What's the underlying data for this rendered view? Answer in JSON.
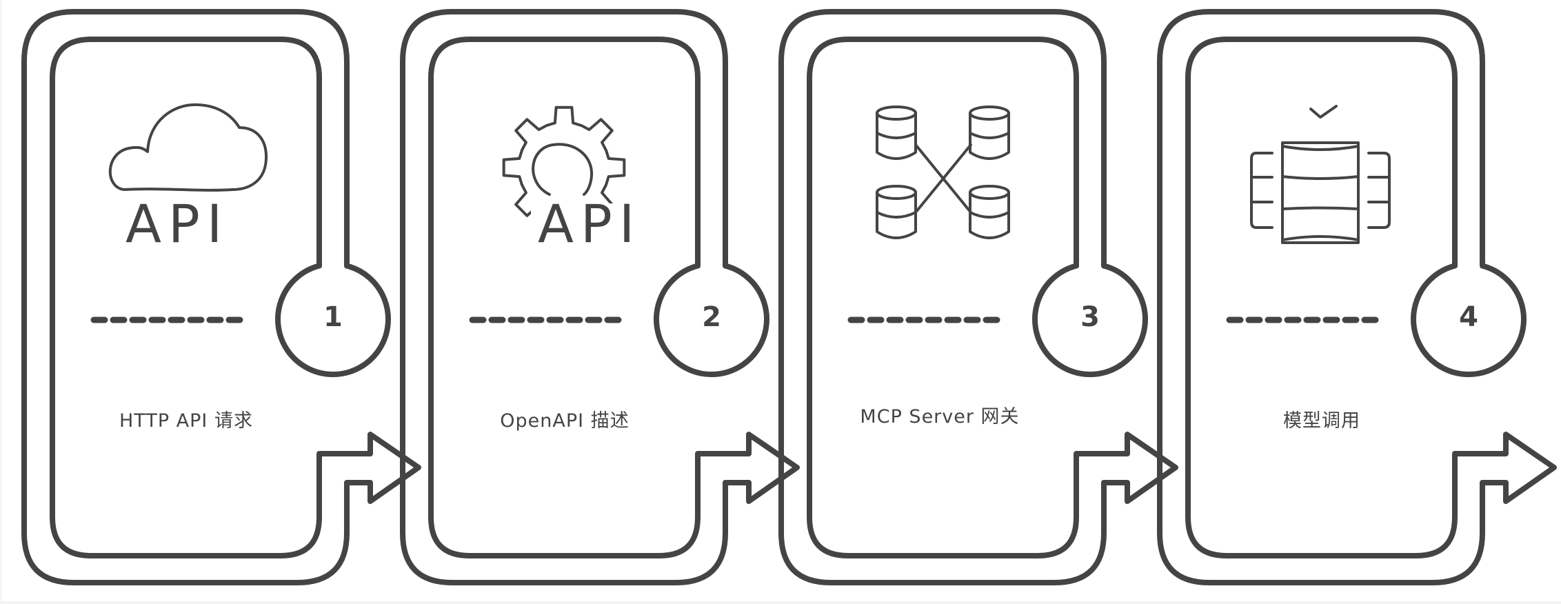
{
  "diagram": {
    "title": "",
    "steps": [
      {
        "number": "1",
        "icon": "cloud-api-icon",
        "icon_text": "API",
        "label": "HTTP API 请求"
      },
      {
        "number": "2",
        "icon": "gear-api-icon",
        "icon_text": "API",
        "label": "OpenAPI 描述"
      },
      {
        "number": "3",
        "icon": "database-network-icon",
        "icon_text": "",
        "label": "MCP Server 网关"
      },
      {
        "number": "4",
        "icon": "model-server-check-icon",
        "icon_text": "",
        "label": "模型调用"
      }
    ],
    "colors": {
      "stroke": "#444444",
      "background": "#ffffff",
      "frame": "#f3f3f3"
    }
  }
}
